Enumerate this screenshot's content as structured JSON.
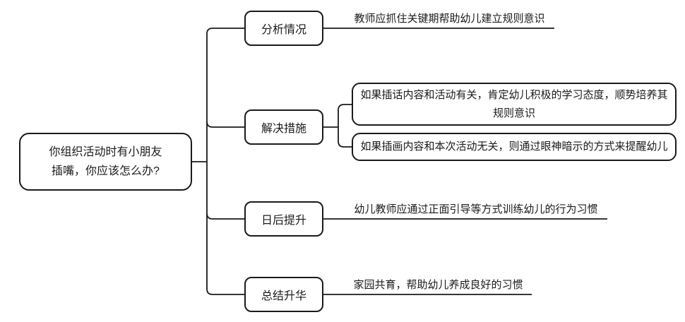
{
  "canvas": {
    "background_color": "#ffffff",
    "line_color": "#1a1a1a"
  },
  "mindmap": {
    "root": {
      "label": "你组织活动时有小朋友\n插嘴，你应该怎么办?"
    },
    "branches": [
      {
        "label": "分析情况",
        "note": "教师应抓住关键期帮助幼儿建立规则意识"
      },
      {
        "label": "解决措施",
        "children": [
          {
            "label": "如果插话内容和活动有关，肯定幼儿积极的学习态度，顺势培养其规则意识"
          },
          {
            "label": "如果插画内容和本次活动无关，则通过眼神暗示的方式来提醒幼儿"
          }
        ]
      },
      {
        "label": "日后提升",
        "note": "幼儿教师应通过正面引导等方式训练幼儿的行为习惯"
      },
      {
        "label": "总结升华",
        "note": "家园共育，帮助幼儿养成良好的习惯"
      }
    ]
  }
}
